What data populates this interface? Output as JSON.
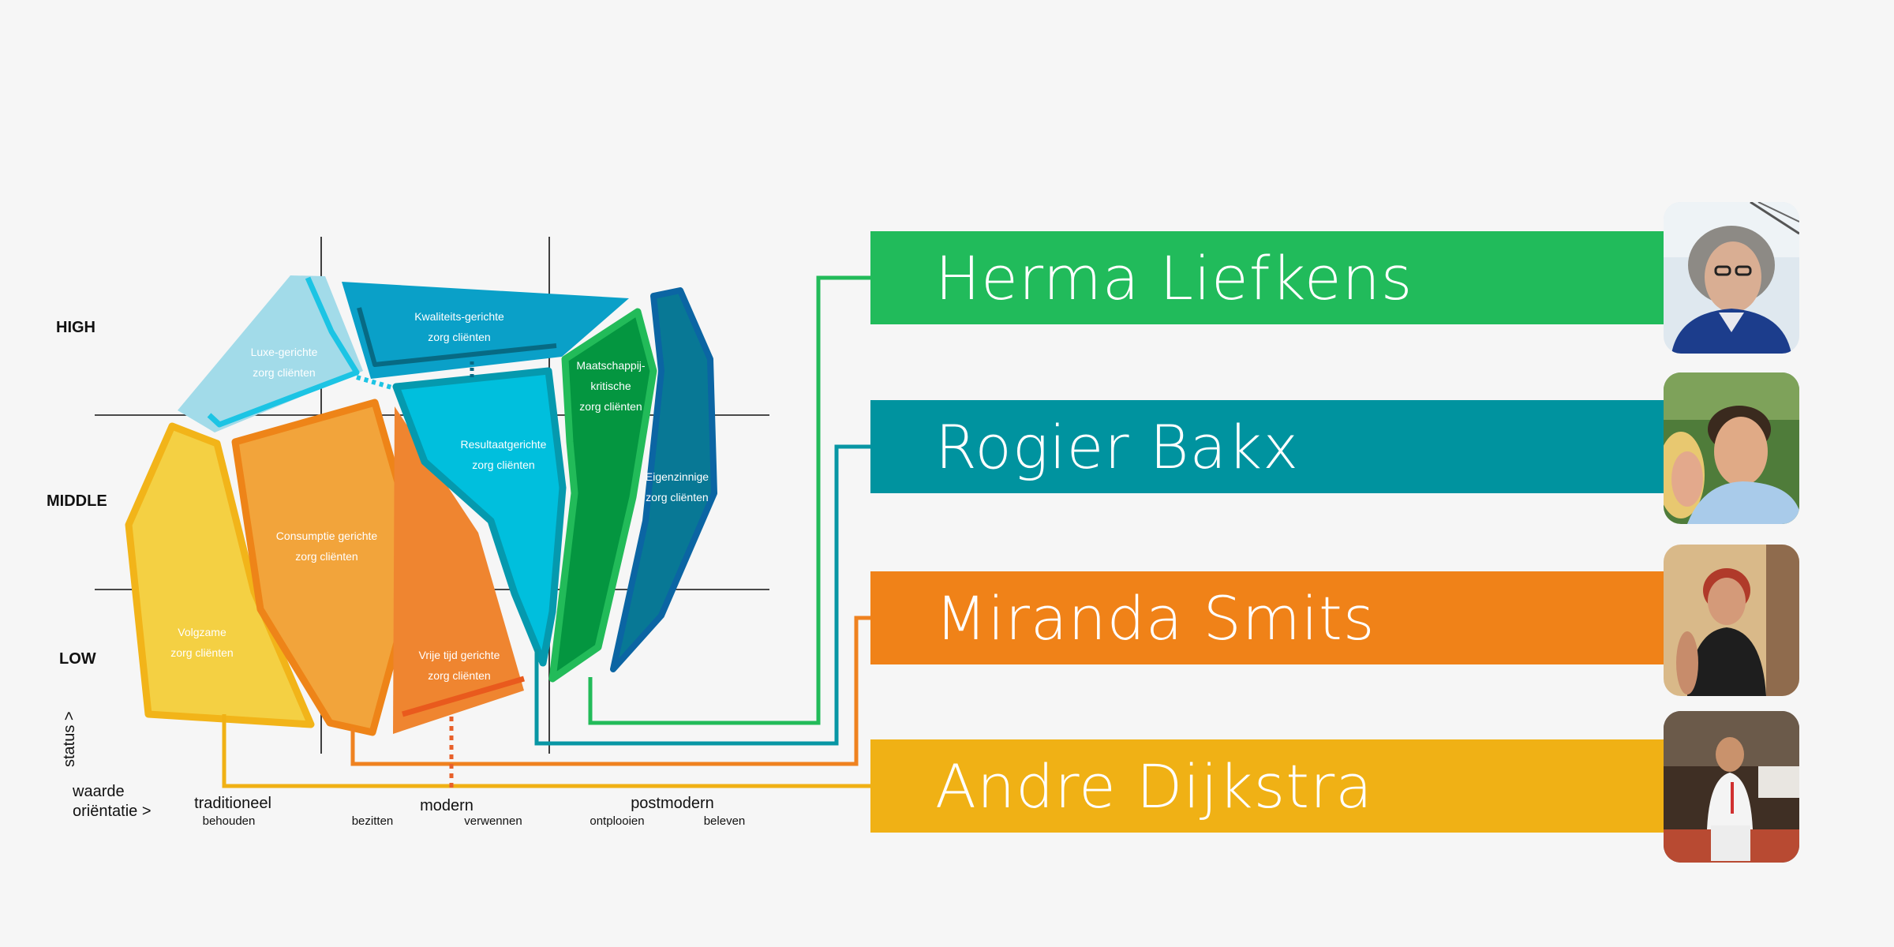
{
  "axis": {
    "levels": {
      "high": "HIGH",
      "middle": "MIDDLE",
      "low": "LOW"
    },
    "vertical_label": "status >",
    "horizontal_label": [
      "waarde",
      "oriëntatie >"
    ],
    "orientations": [
      "traditioneel",
      "modern",
      "postmodern"
    ],
    "sub_orientations": [
      "behouden",
      "bezitten",
      "verwennen",
      "ontplooien",
      "beleven"
    ]
  },
  "segments": [
    {
      "name": "luxe",
      "lines": [
        "Luxe-gerichte",
        "zorg cliënten"
      ],
      "color": "#a2dbe9"
    },
    {
      "name": "kwaliteit",
      "lines": [
        "Kwaliteits-gerichte",
        "zorg cliënten"
      ],
      "color": "#0aa0c8"
    },
    {
      "name": "resultaat",
      "lines": [
        "Resultaatgerichte",
        "zorg cliënten"
      ],
      "color": "#00bfdd"
    },
    {
      "name": "maatschappij",
      "lines": [
        "Maatschappij-",
        "kritische",
        "zorg cliënten"
      ],
      "color": "#049640"
    },
    {
      "name": "eigenzinnig",
      "lines": [
        "Eigenzinnige",
        "zorg cliënten"
      ],
      "color": "#087895"
    },
    {
      "name": "consumptie",
      "lines": [
        "Consumptie gerichte",
        "zorg cliënten"
      ],
      "color": "#f2a43b"
    },
    {
      "name": "vrijetijd",
      "lines": [
        "Vrije tijd gerichte",
        "zorg cliënten"
      ],
      "color": "#ef8530"
    },
    {
      "name": "volgzaam",
      "lines": [
        "Volgzame",
        "zorg cliënten"
      ],
      "color": "#f4d043"
    }
  ],
  "people": [
    {
      "name": "Herma Liefkens",
      "color": "#21bb5b"
    },
    {
      "name": "Rogier Bakx",
      "color": "#00939f"
    },
    {
      "name": "Miranda Smits",
      "color": "#f08218"
    },
    {
      "name": "Andre Dijkstra",
      "color": "#f0b115"
    }
  ]
}
